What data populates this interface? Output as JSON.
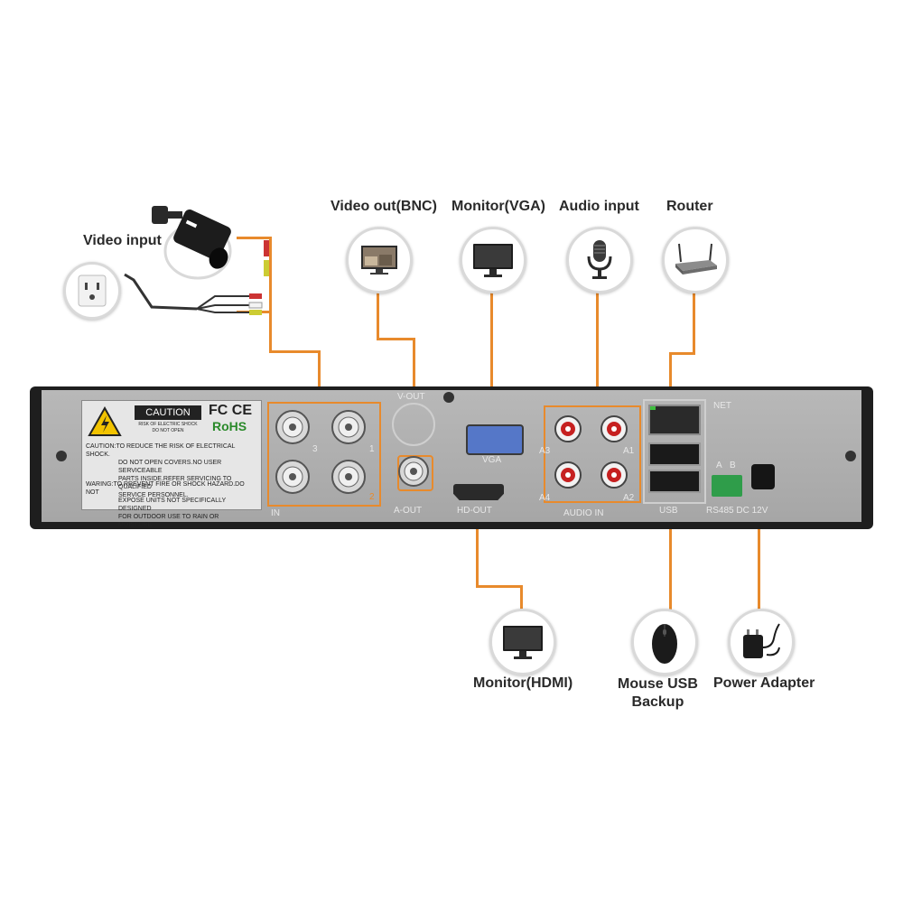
{
  "labels": {
    "video_input": "Video input",
    "video_out_bnc": "Video out(BNC)",
    "monitor_vga": "Monitor(VGA)",
    "audio_input": "Audio input",
    "router": "Router",
    "monitor_hdmi": "Monitor(HDMI)",
    "mouse_usb_line1": "Mouse USB",
    "mouse_usb_line2": "Backup",
    "power_adapter": "Power Adapter"
  },
  "sticker": {
    "caution": "CAUTION",
    "risk_line1": "RISK OF ELECTRIC SHOCK",
    "risk_line2": "DO NOT OPEN",
    "fcc_ce": "FC CE",
    "rohs": "RoHS",
    "warning1_l1": "CAUTION:TO REDUCE THE RISK OF ELECTRICAL SHOCK.",
    "warning1_l2": "DO NOT OPEN COVERS.NO USER SERVICEABLE",
    "warning1_l3": "PARTS INSIDE.REFER SERVICING TO QUALIFIED",
    "warning1_l4": "SERVICE PERSONNEL.",
    "warning2_l1": "WARING:TO RREVENT FIRE OR SHOCK HAZARD.DO NOT",
    "warning2_l2": "EXPOSE UNITS NOT SPECIFICALLY DESIGNED",
    "warning2_l3": "FOR OUTDOOR USE TO RAIN OR MOISTURE."
  },
  "port_labels": {
    "in": "IN",
    "a_out": "A-OUT",
    "v_out": "V-OUT",
    "vga": "VGA",
    "hd_out": "HD-OUT",
    "a3": "A3",
    "a1": "A1",
    "a4": "A4",
    "a2": "A2",
    "audio_in": "AUDIO IN",
    "net": "NET",
    "usb": "USB",
    "rs485_dc": "RS485 DC 12V",
    "a": "A",
    "b": "B",
    "ch3": "3",
    "ch1": "1",
    "ch2": "2"
  },
  "colors": {
    "accent": "#e88a2c",
    "panel": "#1e1e1e",
    "face": "#b0b0b0"
  },
  "icons": [
    "camera-icon",
    "power-outlet-icon",
    "tv-icon",
    "monitor-icon",
    "microphone-icon",
    "router-icon",
    "mouse-icon",
    "power-adapter-icon"
  ]
}
